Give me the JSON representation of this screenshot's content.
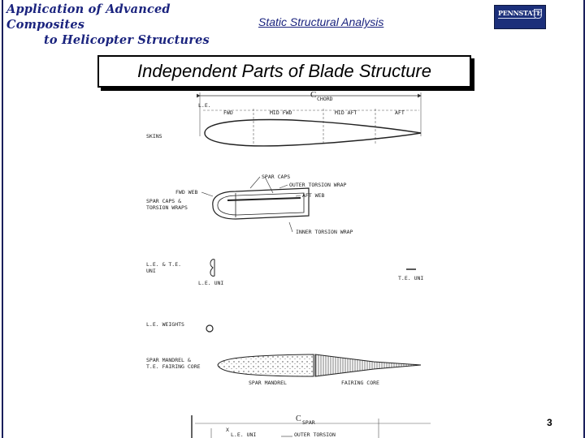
{
  "header": {
    "course_title_line1": "Application of Advanced Composites",
    "course_title_line2": "to Helicopter Structures",
    "section_title": "Static Structural Analysis",
    "logo_text": "PENNSTATE"
  },
  "heading": "Independent Parts of Blade Structure",
  "figure": {
    "chord_label": "C",
    "chord_sub": "CHORD",
    "le_label": "L.E.",
    "segments": [
      "FWD",
      "MID FWD",
      "MID AFT",
      "AFT"
    ],
    "rows": {
      "skins": "SKINS",
      "spar_caps": "SPAR CAPS",
      "outer_torsion_wrap": "OUTER TORSION WRAP",
      "fwd_web": "FWD WEB",
      "aft_web": "AFT WEB",
      "spar_caps_torsion_line1": "SPAR CAPS &",
      "spar_caps_torsion_line2": "TORSION WRAPS",
      "inner_torsion_wrap": "INNER TORSION WRAP",
      "le_te_uni_line1": "L.E. & T.E.",
      "le_te_uni_line2": "UNI",
      "le_uni": "L.E. UNI",
      "te_uni": "T.E. UNI",
      "le_weights": "L.E. WEIGHTS",
      "spar_mandrel_line1": "SPAR MANDREL &",
      "spar_mandrel_line2": "T.E. FAIRING CORE",
      "spar_mandrel": "SPAR MANDREL",
      "fairing_core": "FAIRING CORE"
    },
    "bottom": {
      "c_label": "C",
      "c_sub": "SPAR",
      "x_label": "X",
      "x_sub": "L.E. UNI",
      "outer_torsion": "OUTER TORSION"
    }
  },
  "page_number": "3",
  "colors": {
    "title_blue": "#1a237e",
    "logo_blue": "#1b2f7a"
  }
}
